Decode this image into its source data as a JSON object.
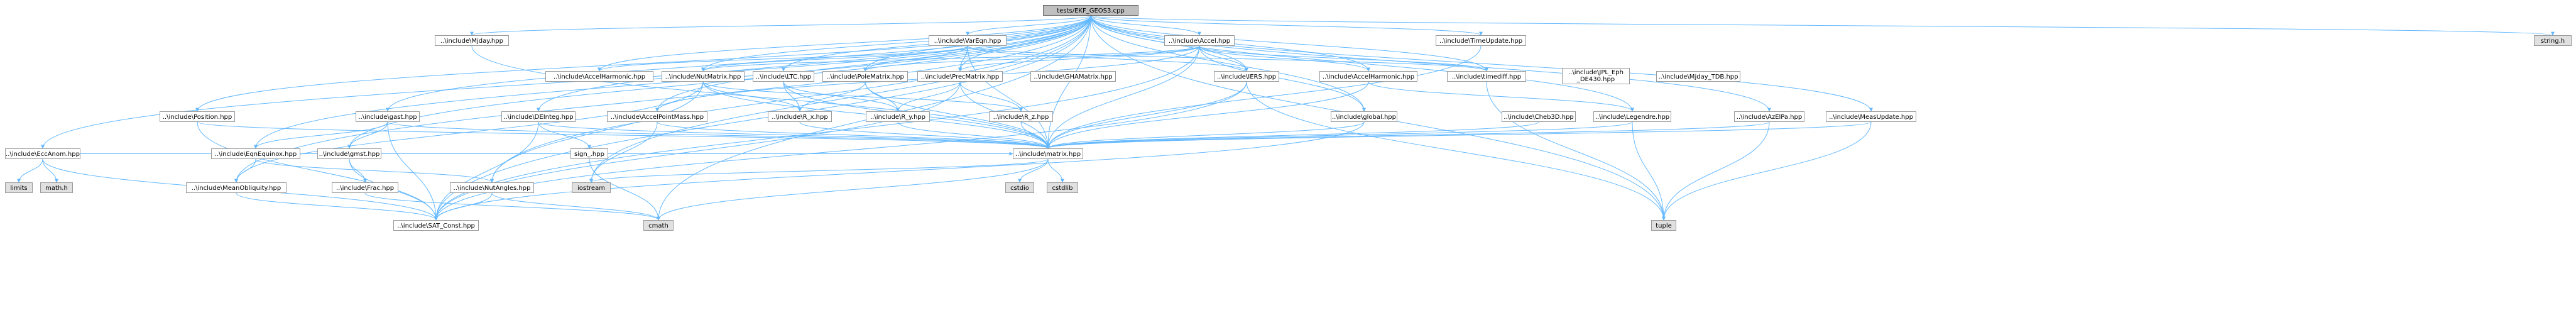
{
  "graph": {
    "root": "tests/EKF_GEOS3.cpp",
    "nodes": {
      "root": "tests/EKF_GEOS3.cpp",
      "string": "string.h",
      "tuple": "tuple",
      "cmath": "cmath",
      "iostream": "iostream",
      "cstdio": "cstdio",
      "cstdlib": "cstdlib",
      "limits": "limits",
      "math": "math.h",
      "matrix": "..\\include\\matrix.hpp",
      "satconst": "..\\include\\SAT_Const.hpp",
      "global": "..\\include\\global.hpp",
      "eccanom": "..\\include\\EccAnom.hpp",
      "position": "..\\include\\Position.hpp",
      "mjday": "..\\include\\Mjday.hpp",
      "deinteg": "..\\include\\DEInteg.hpp",
      "gast": "..\\include\\gast.hpp",
      "gmst": "..\\include\\gmst.hpp",
      "eqnequinox": "..\\include\\EqnEquinox.hpp",
      "meanobliquity": "..\\include\\MeanObliquity.hpp",
      "frac": "..\\include\\Frac.hpp",
      "nutangles": "..\\include\\NutAngles.hpp",
      "varEqn": "..\\include\\VarEqn.hpp",
      "accel": "..\\include\\Accel.hpp",
      "accelharmonic_l": "..\\include\\AccelHarmonic.hpp",
      "nutmatrix": "..\\include\\NutMatrix.hpp",
      "ltc": "..\\include\\LTC.hpp",
      "polematrix": "..\\include\\PoleMatrix.hpp",
      "precmatrix": "..\\include\\PrecMatrix.hpp",
      "gha": "..\\include\\GHAMatrix.hpp",
      "accelpointmass": "..\\include\\AccelPointMass.hpp",
      "rx": "..\\include\\R_x.hpp",
      "ry": "..\\include\\R_y.hpp",
      "rz": "..\\include\\R_z.hpp",
      "sign": "sign_.hpp",
      "iers": "..\\include\\IERS.hpp",
      "accelharmonic": "..\\include\\AccelHarmonic.hpp",
      "timediff": "..\\include\\timediff.hpp",
      "jpl": "..\\include\\JPL_Eph\n_DE430.hpp",
      "cheb3d": "..\\include\\Cheb3D.hpp",
      "legendre": "..\\include\\Legendre.hpp",
      "timeupdate": "..\\include\\TimeUpdate.hpp",
      "mjdayutc": "..\\include\\Mjday_TDB.hpp",
      "azelpa": "..\\include\\AzElPa.hpp",
      "measupdate": "..\\include\\MeasUpdate.hpp"
    }
  }
}
